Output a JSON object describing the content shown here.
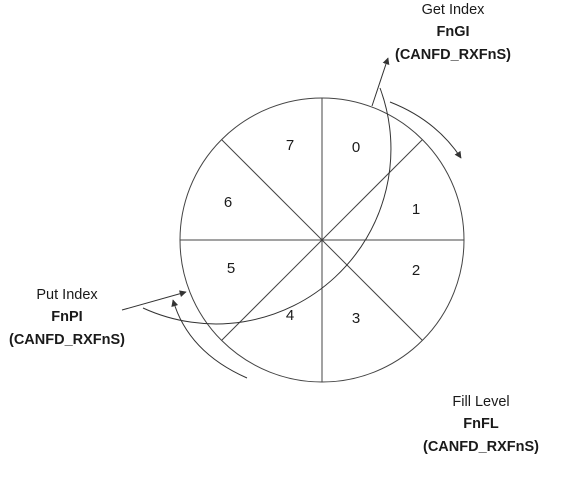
{
  "segments": [
    "0",
    "1",
    "2",
    "3",
    "4",
    "5",
    "6",
    "7"
  ],
  "get_index": {
    "label": "Get Index",
    "code": "FnGI",
    "register": "(CANFD_RXFnS)"
  },
  "put_index": {
    "label": "Put Index",
    "code": "FnPI",
    "register": "(CANFD_RXFnS)"
  },
  "fill_level": {
    "label": "Fill Level",
    "code": "FnFL",
    "register": "(CANFD_RXFnS)"
  }
}
